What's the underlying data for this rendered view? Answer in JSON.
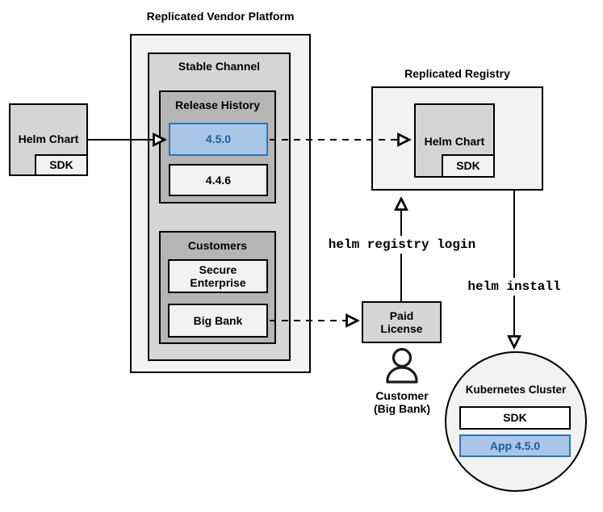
{
  "source_chart": {
    "label": "Helm Chart",
    "sdk": "SDK"
  },
  "platform": {
    "title": "Replicated Vendor Platform",
    "stable_channel": {
      "title": "Stable Channel",
      "release_history": {
        "title": "Release History",
        "releases": [
          {
            "version": "4.5.0",
            "highlighted": true
          },
          {
            "version": "4.4.6",
            "highlighted": false
          }
        ]
      },
      "customers": {
        "title": "Customers",
        "items": [
          {
            "name": "Secure\nEnterprise"
          },
          {
            "name": "Big Bank"
          }
        ]
      }
    }
  },
  "registry": {
    "title": "Replicated Registry",
    "helm_chart": {
      "label": "Helm Chart",
      "sdk": "SDK"
    }
  },
  "paid_license": {
    "label": "Paid\nLicense"
  },
  "customer": {
    "label": "Customer\n(Big Bank)"
  },
  "commands": {
    "registry_login": "helm registry login",
    "install": "helm install"
  },
  "cluster": {
    "title": "Kubernetes Cluster",
    "sdk": "SDK",
    "app": "App 4.5.0"
  },
  "colors": {
    "highlight_fill": "#a9c6e8",
    "highlight_border": "#2e75b6",
    "highlight_text": "#1f5c99",
    "box_light": "#f2f2f2",
    "box_mid": "#d5d5d5",
    "box_dark": "#b5b5b5"
  }
}
